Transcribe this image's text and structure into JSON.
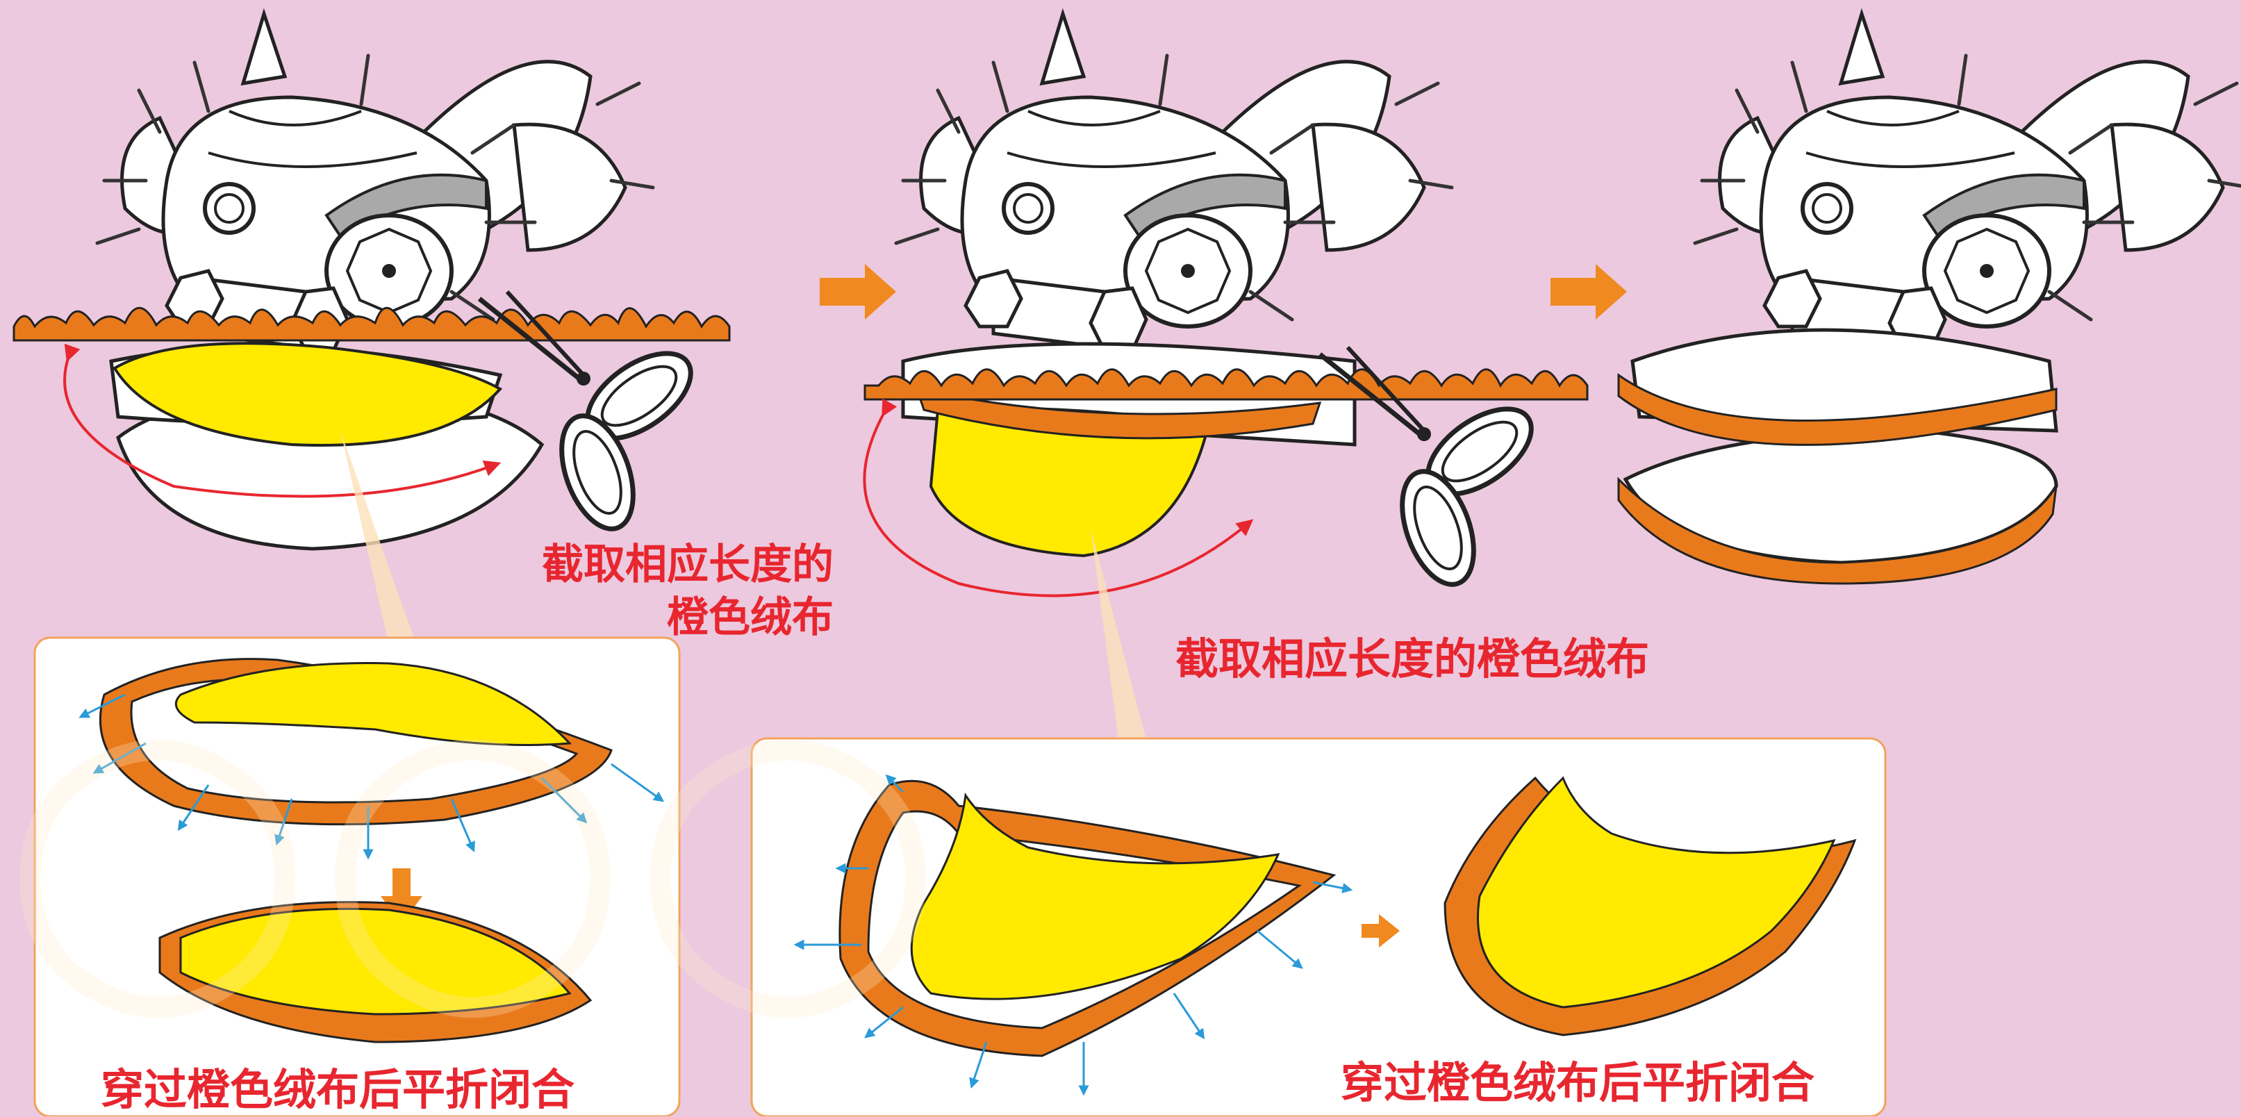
{
  "captions": {
    "step1_line1": "截取相应长度的",
    "step1_line2": "橙色绒布",
    "step2": "截取相应长度的橙色绒布",
    "detail1": "穿过橙色绒布后平折闭合",
    "detail2": "穿过橙色绒布后平折闭合"
  },
  "colors": {
    "background": "#ecc9de",
    "fur_orange": "#e97a1c",
    "fabric_yellow": "#ffea00",
    "caption_red": "#e8262f",
    "arrow_orange": "#f0891f",
    "guide_blue": "#2a9bd8",
    "panel_border": "#f2a35e"
  },
  "icons": [
    "lion-head-illustration",
    "scissors-icon",
    "arrow-right-icon",
    "arrow-down-icon",
    "curved-arrow-icon"
  ]
}
